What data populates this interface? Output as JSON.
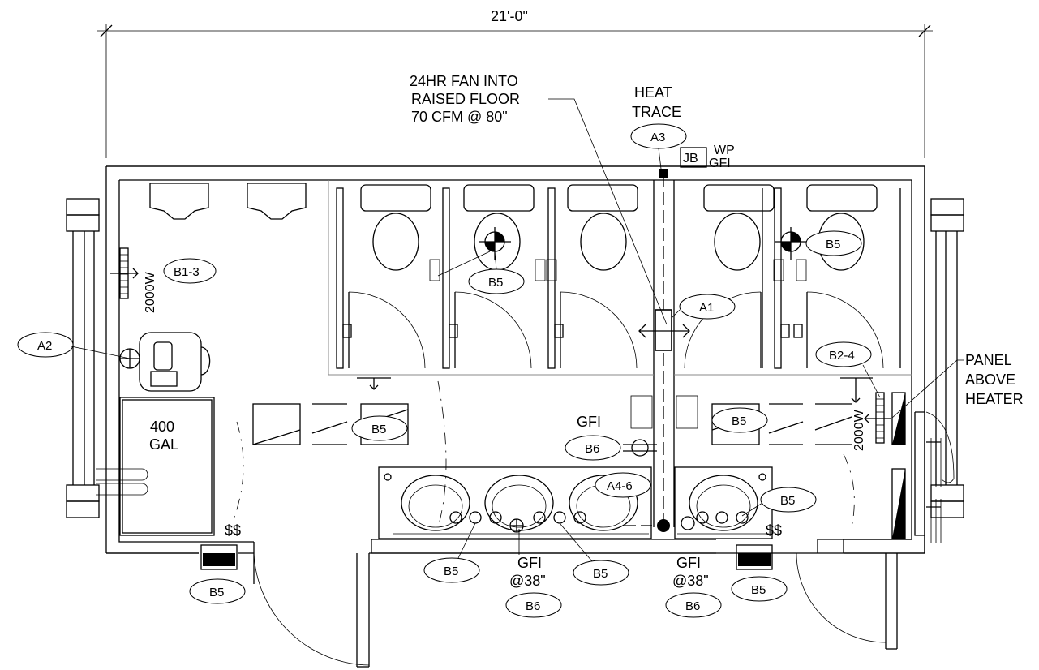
{
  "dimension": {
    "overall_width": "21'-0\""
  },
  "notes": {
    "fan_line1": "24HR FAN INTO",
    "fan_line2": "RAISED FLOOR",
    "fan_line3": "70 CFM @ 80\"",
    "heat_trace_line1": "HEAT",
    "heat_trace_line2": "TRACE",
    "jb": "JB",
    "wp": "WP",
    "gfi": "GFI",
    "panel_line1": "PANEL",
    "panel_line2": "ABOVE",
    "panel_line3": "HEATER",
    "tank_line1": "400",
    "tank_line2": "GAL",
    "heater_watts_left": "2000W",
    "heater_watts_right": "2000W",
    "gfi_wall": "GFI",
    "gfi_counter_left": "GFI",
    "gfi_counter_left_height": "@38\"",
    "gfi_counter_right": "GFI",
    "gfi_counter_right_height": "@38\"",
    "dollar_left": "$$",
    "dollar_right": "$$"
  },
  "circuit_tags": {
    "a3": "A3",
    "b1_3": "B1-3",
    "a2": "A2",
    "b5_stall": "B5",
    "b5_stall_right": "B5",
    "a1": "A1",
    "b2_4": "B2-4",
    "b5_corridor_left": "B5",
    "b5_corridor_right": "B5",
    "b6_wall": "B6",
    "a4_6": "A4-6",
    "b5_sink_right": "B5",
    "b5_sink_left": "B5",
    "b5_sink_mid": "B5",
    "b6_counter_left": "B6",
    "b6_counter_right": "B6",
    "b5_door_left": "B5",
    "b5_door_right": "B5"
  },
  "colors": {
    "line": "#000000",
    "background": "#ffffff",
    "partition": "#888888"
  }
}
